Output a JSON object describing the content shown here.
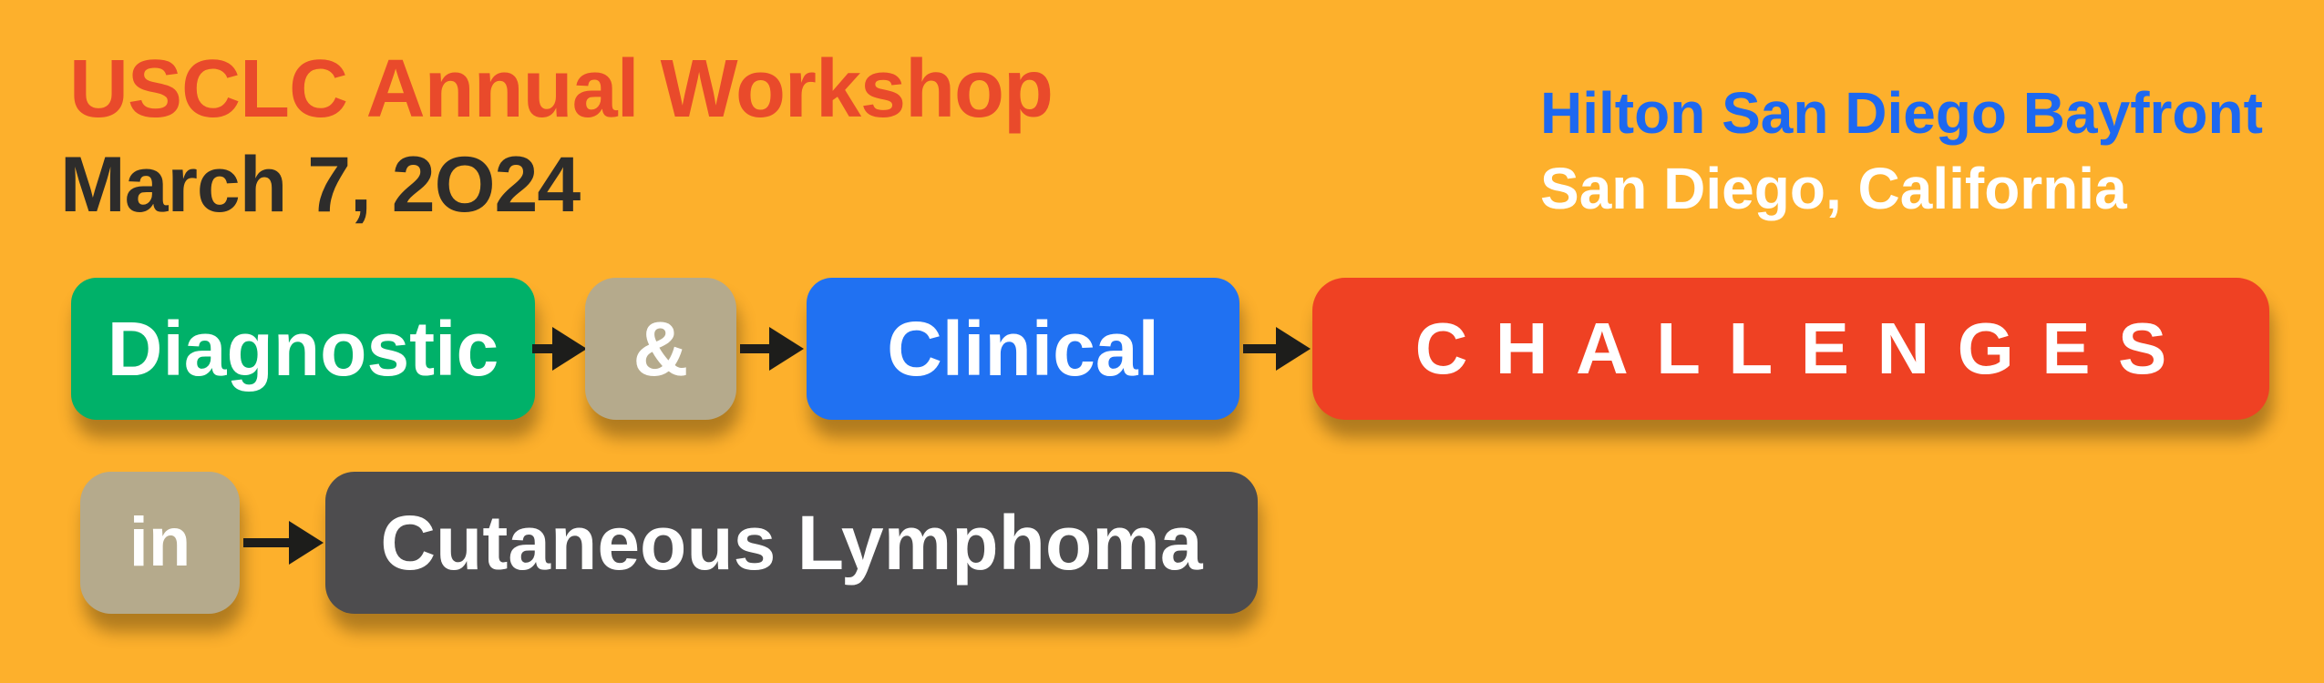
{
  "banner": {
    "background_color": "#FDB02C",
    "title": "USCLC Annual Workshop",
    "title_color": "#E94A2B",
    "date": "March 7, 2O24",
    "date_color": "#2D2C2B",
    "venue_name": "Hilton San Diego Bayfront",
    "venue_name_color": "#1D68F0",
    "venue_location": "San Diego, California",
    "venue_location_color": "#FFFFFF"
  },
  "flow": {
    "arrow_color": "#1D1D1B",
    "box_text_color": "#FFFFFF",
    "nodes": {
      "diagnostic": {
        "label": "Diagnostic",
        "color": "#00B169"
      },
      "ampersand": {
        "label": "&",
        "color": "#B5AA8C"
      },
      "clinical": {
        "label": "Clinical",
        "color": "#2071F2"
      },
      "challenges": {
        "label": "CHALLENGES",
        "color": "#EF4123"
      },
      "in": {
        "label": "in",
        "color": "#B5AA8C"
      },
      "cutaneous": {
        "label": "Cutaneous Lymphoma",
        "color": "#4D4C4E"
      }
    }
  }
}
